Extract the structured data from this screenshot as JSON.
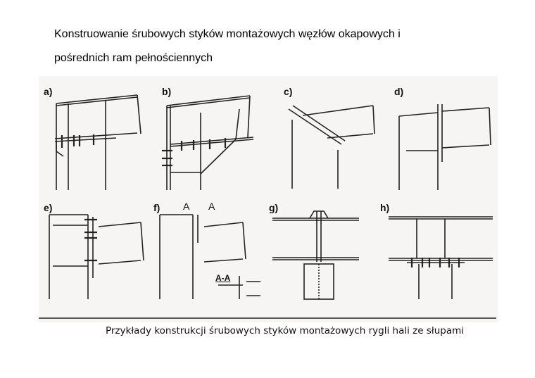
{
  "slide": {
    "title_line1": "Konstruowanie śrubowych styków montażowych węzłów okapowych i",
    "title_line2": "pośrednich ram pełnościennych"
  },
  "figure": {
    "panels": [
      "a)",
      "b)",
      "c)",
      "d)",
      "e)",
      "f)",
      "g)",
      "h)"
    ],
    "section_marks": [
      "A",
      "A"
    ],
    "section_label": "A-A",
    "caption": "Przykłady konstrukcji śrubowych styków montażowych rygli hali ze słupami"
  }
}
